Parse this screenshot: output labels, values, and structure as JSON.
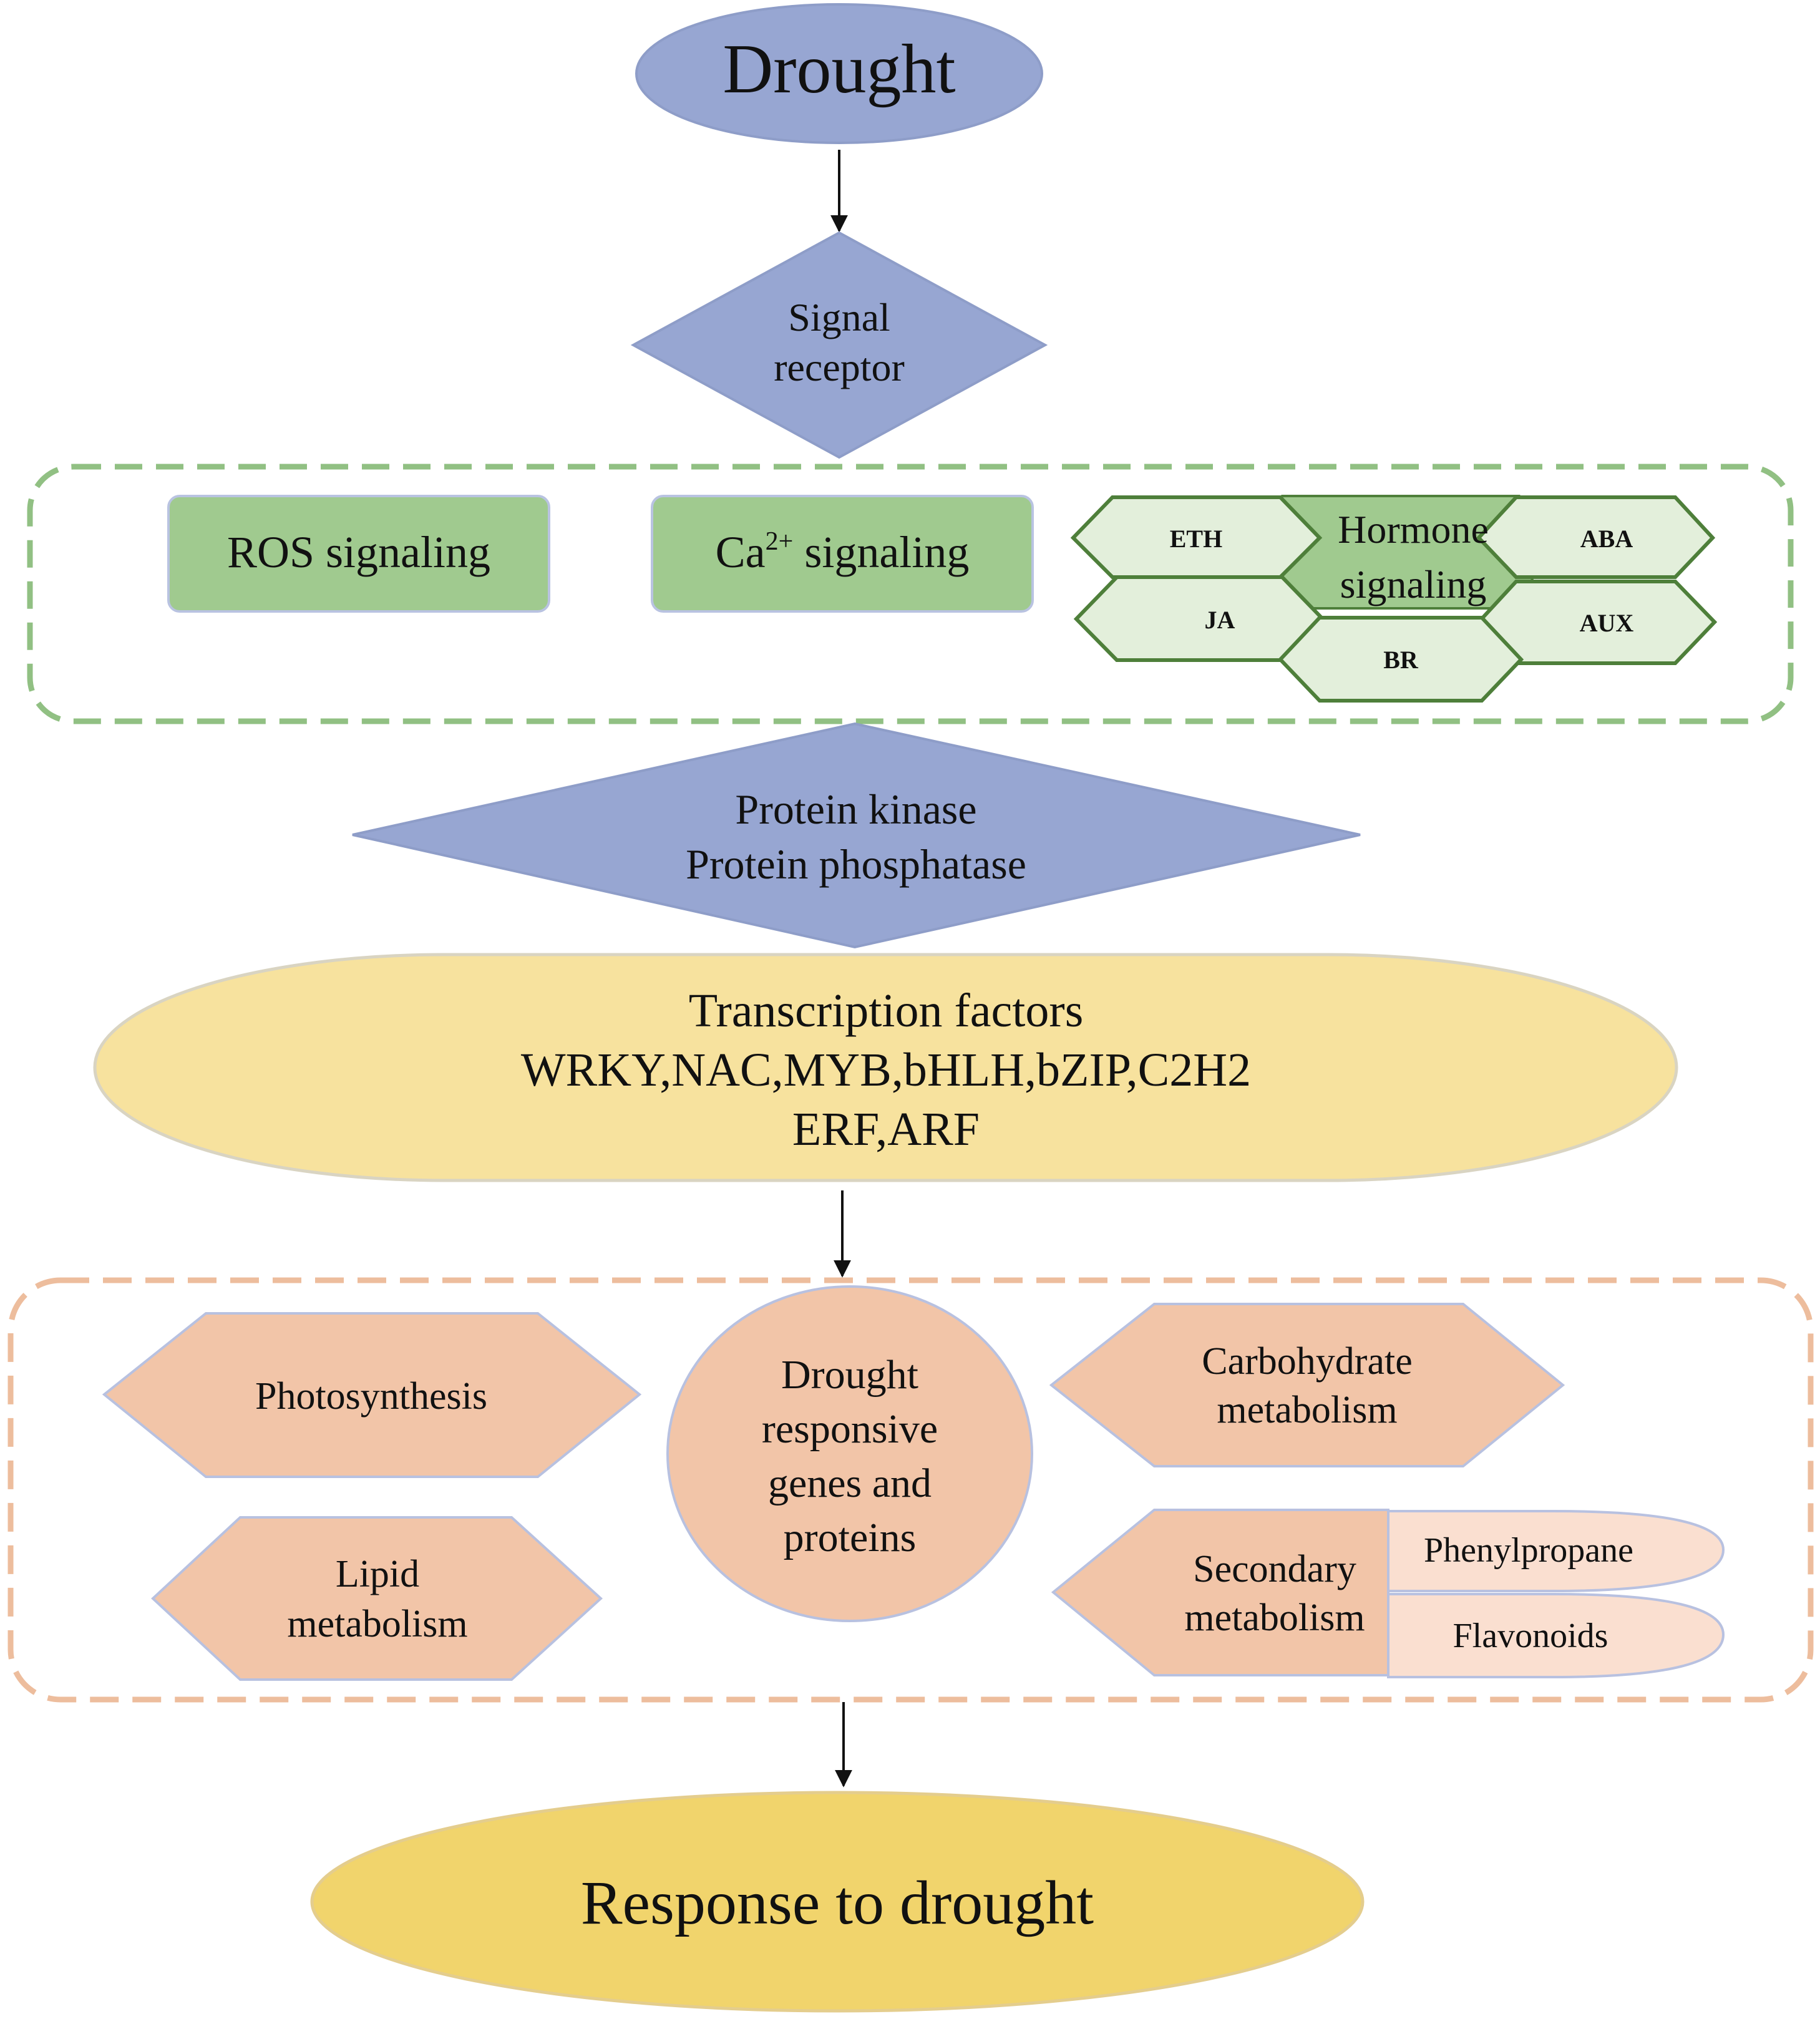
{
  "colors": {
    "blue_fill": "#97a6d2",
    "blue_stroke": "#8e9dc8",
    "green_fill": "#a0ca8f",
    "green_stroke": "#b9c3e1",
    "green_dash": "#91c083",
    "hex_fill": "#e3efdb",
    "hex_stroke": "#4e7f3a",
    "yellow_fill": "#f7e29e",
    "yellow_stroke": "#d9d4c2",
    "gold_fill": "#f1d46c",
    "gold_stroke": "#e4cd8d",
    "salmon_fill": "#f2c5a8",
    "salmon_stroke": "#b8c1e0",
    "salmon_dash": "#edbd9d",
    "light_salmon_fill": "#fadfd0",
    "arrow": "#111111"
  },
  "nodes": {
    "drought": "Drought",
    "signal_receptor": [
      "Signal",
      "receptor"
    ],
    "ros_signaling": "ROS signaling",
    "ca_signaling": {
      "prefix": "Ca",
      "superscript": "2+",
      "suffix": " signaling"
    },
    "hormone_signaling": [
      "Hormone",
      "signaling"
    ],
    "hormones": {
      "eth": "ETH",
      "aba": "ABA",
      "ja": "JA",
      "aux": "AUX",
      "br": "BR"
    },
    "protein_kinase": [
      "Protein kinase",
      "Protein phosphatase"
    ],
    "transcription_factors": [
      "Transcription factors",
      "WRKY,NAC,MYB,bHLH,bZIP,C2H2",
      "ERF,ARF"
    ],
    "photosynthesis": "Photosynthesis",
    "lipid_metabolism": [
      "Lipid",
      "metabolism"
    ],
    "drought_responsive": [
      "Drought",
      "responsive",
      "genes and",
      "proteins"
    ],
    "carbohydrate_metabolism": [
      "Carbohydrate",
      "metabolism"
    ],
    "secondary_metabolism": [
      "Secondary",
      "metabolism"
    ],
    "phenylpropane": "Phenylpropane",
    "flavonoids": "Flavonoids",
    "response": "Response to drought"
  }
}
